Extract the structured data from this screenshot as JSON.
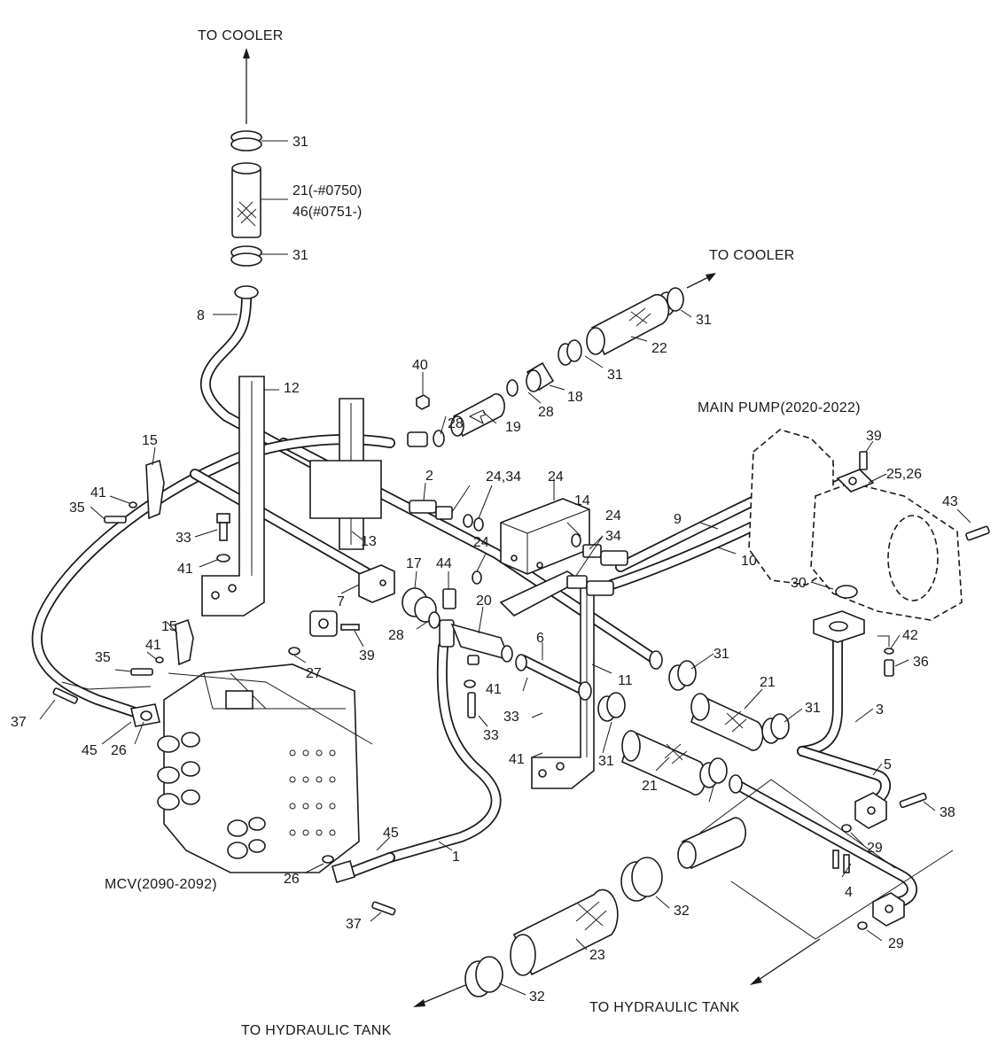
{
  "captions": {
    "to_cooler_top": "TO COOLER",
    "to_cooler_right": "TO COOLER",
    "main_pump": "MAIN PUMP(2020-2022)",
    "mcv": "MCV(2090-2092)",
    "to_tank_left": "TO HYDRAULIC TANK",
    "to_tank_right": "TO HYDRAULIC TANK"
  },
  "part_numbers": [
    "31",
    "21(-#0750)",
    "46(#0751-)",
    "31",
    "8",
    "12",
    "40",
    "2",
    "24,34",
    "24",
    "24",
    "24",
    "34",
    "14",
    "15",
    "41",
    "35",
    "33",
    "41",
    "13",
    "7",
    "17",
    "44",
    "20",
    "28",
    "28",
    "19",
    "18",
    "28",
    "31",
    "22",
    "31",
    "39",
    "25,26",
    "9",
    "10",
    "43",
    "30",
    "42",
    "36",
    "3",
    "5",
    "38",
    "29",
    "4",
    "29",
    "31",
    "21",
    "31",
    "21",
    "6",
    "11",
    "31",
    "33",
    "41",
    "33",
    "41",
    "27",
    "39",
    "15",
    "41",
    "35",
    "37",
    "45",
    "26",
    "45",
    "1",
    "26",
    "37",
    "32",
    "23",
    "32"
  ]
}
